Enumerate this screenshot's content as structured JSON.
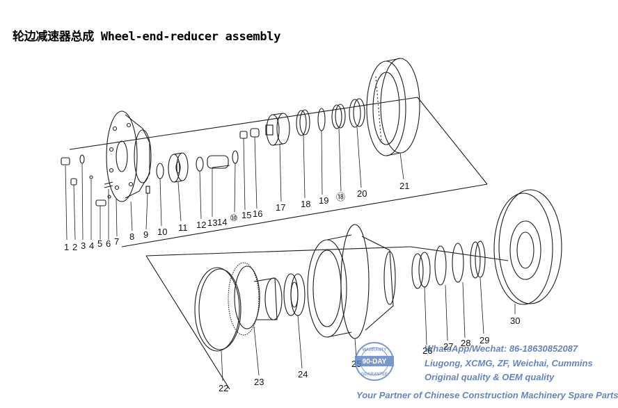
{
  "title": "轮边减速器总成 Wheel-end-reducer assembly",
  "part_labels": [
    "1",
    "2",
    "3",
    "4",
    "5",
    "6",
    "7",
    "8",
    "9",
    "10",
    "11",
    "12",
    "13",
    "14",
    "⑩",
    "15",
    "16",
    "17",
    "18",
    "19",
    "⑱",
    "20",
    "21",
    "22",
    "23",
    "24",
    "25",
    "26",
    "27",
    "28",
    "29",
    "30"
  ],
  "badge": {
    "top": "WARRANTY",
    "middle": "90-DAY",
    "bottom": "GUARANTEE"
  },
  "watermark": {
    "line1": "WhatsApp/Wechat: 86-18630852087",
    "line2": "Liugong, XCMG, ZF, Weichai, Cummins",
    "line3": "Original quality & OEM quality",
    "line4": "Your Partner of Chinese Construction Machinery Spare Parts"
  },
  "colors": {
    "line": "#1a1a1a",
    "watermark": "#3b63a8",
    "badge": "#5b7fc0"
  }
}
